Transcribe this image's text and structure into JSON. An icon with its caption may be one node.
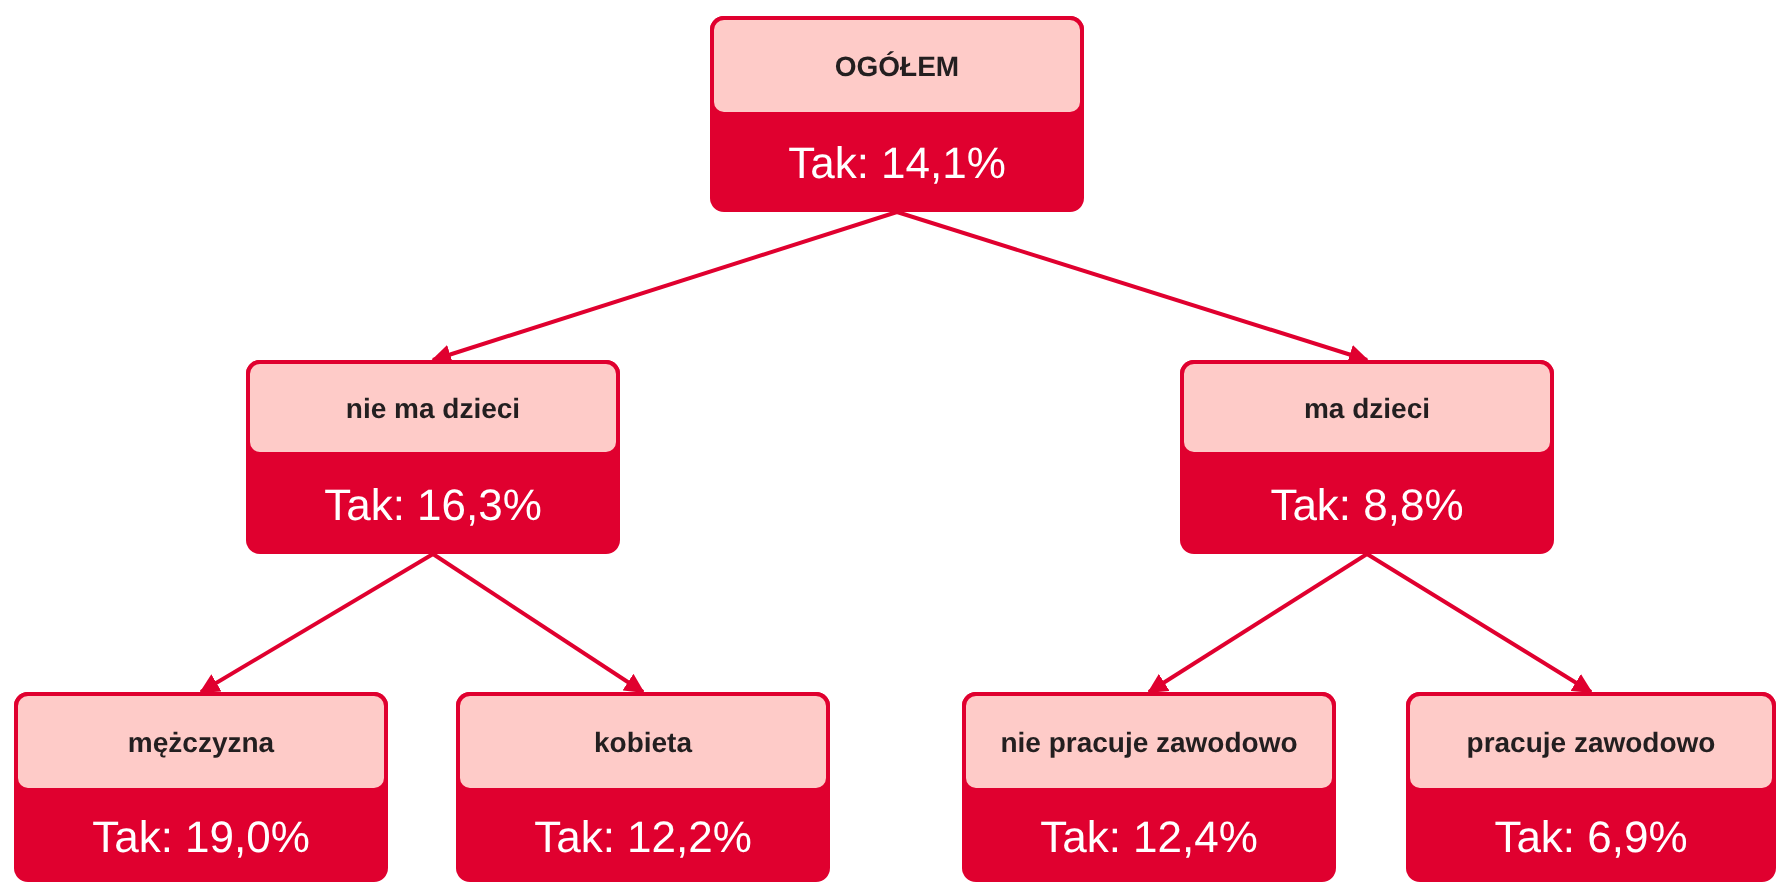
{
  "diagram": {
    "nodes": [
      {
        "text": [
          "OGÓŁEM",
          "Tak: 14,1%"
        ]
      },
      {
        "text": [
          "nie ma dzieci",
          "Tak: 16,3%"
        ]
      },
      {
        "text": [
          "ma dzieci",
          "Tak: 8,8%"
        ]
      },
      {
        "text": [
          "mężczyzna",
          "Tak: 19,0%"
        ]
      },
      {
        "text": [
          "kobieta",
          "Tak: 12,2%"
        ]
      },
      {
        "text": [
          "nie pracuje zawodowo",
          "Tak: 12,4%"
        ]
      },
      {
        "text": [
          "pracuje zawodowo",
          "Tak: 6,9%"
        ]
      }
    ],
    "edges": [
      {
        "from": 0,
        "to": 1,
        "arrow": "to"
      },
      {
        "from": 0,
        "to": 2,
        "arrow": "to"
      },
      {
        "from": 1,
        "to": 3,
        "arrow": "to"
      },
      {
        "from": 1,
        "to": 4,
        "arrow": "to"
      },
      {
        "from": 2,
        "to": 5,
        "arrow": "to"
      },
      {
        "from": 2,
        "to": 6,
        "arrow": "to"
      }
    ]
  }
}
